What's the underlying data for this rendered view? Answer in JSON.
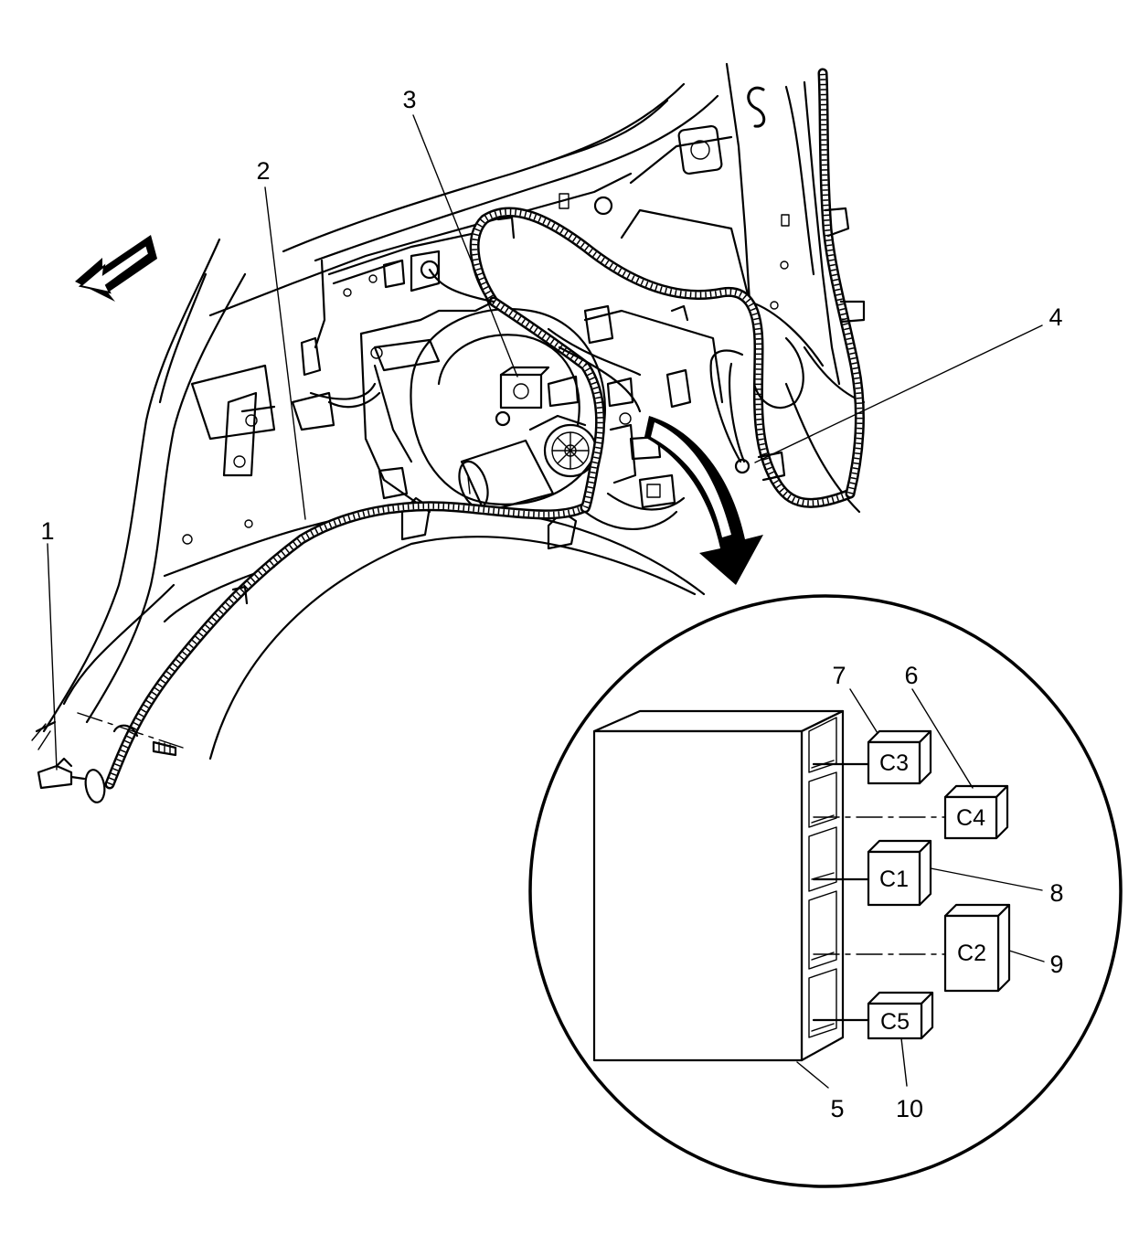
{
  "callouts": [
    "1",
    "2",
    "3",
    "4",
    "5",
    "6",
    "7",
    "8",
    "9",
    "10"
  ],
  "connectors": [
    "C3",
    "C4",
    "C1",
    "C2",
    "C5"
  ],
  "icons": {
    "direction_arrow": "front-arrow-icon",
    "detail_arrow": "curved-arrow-icon"
  }
}
